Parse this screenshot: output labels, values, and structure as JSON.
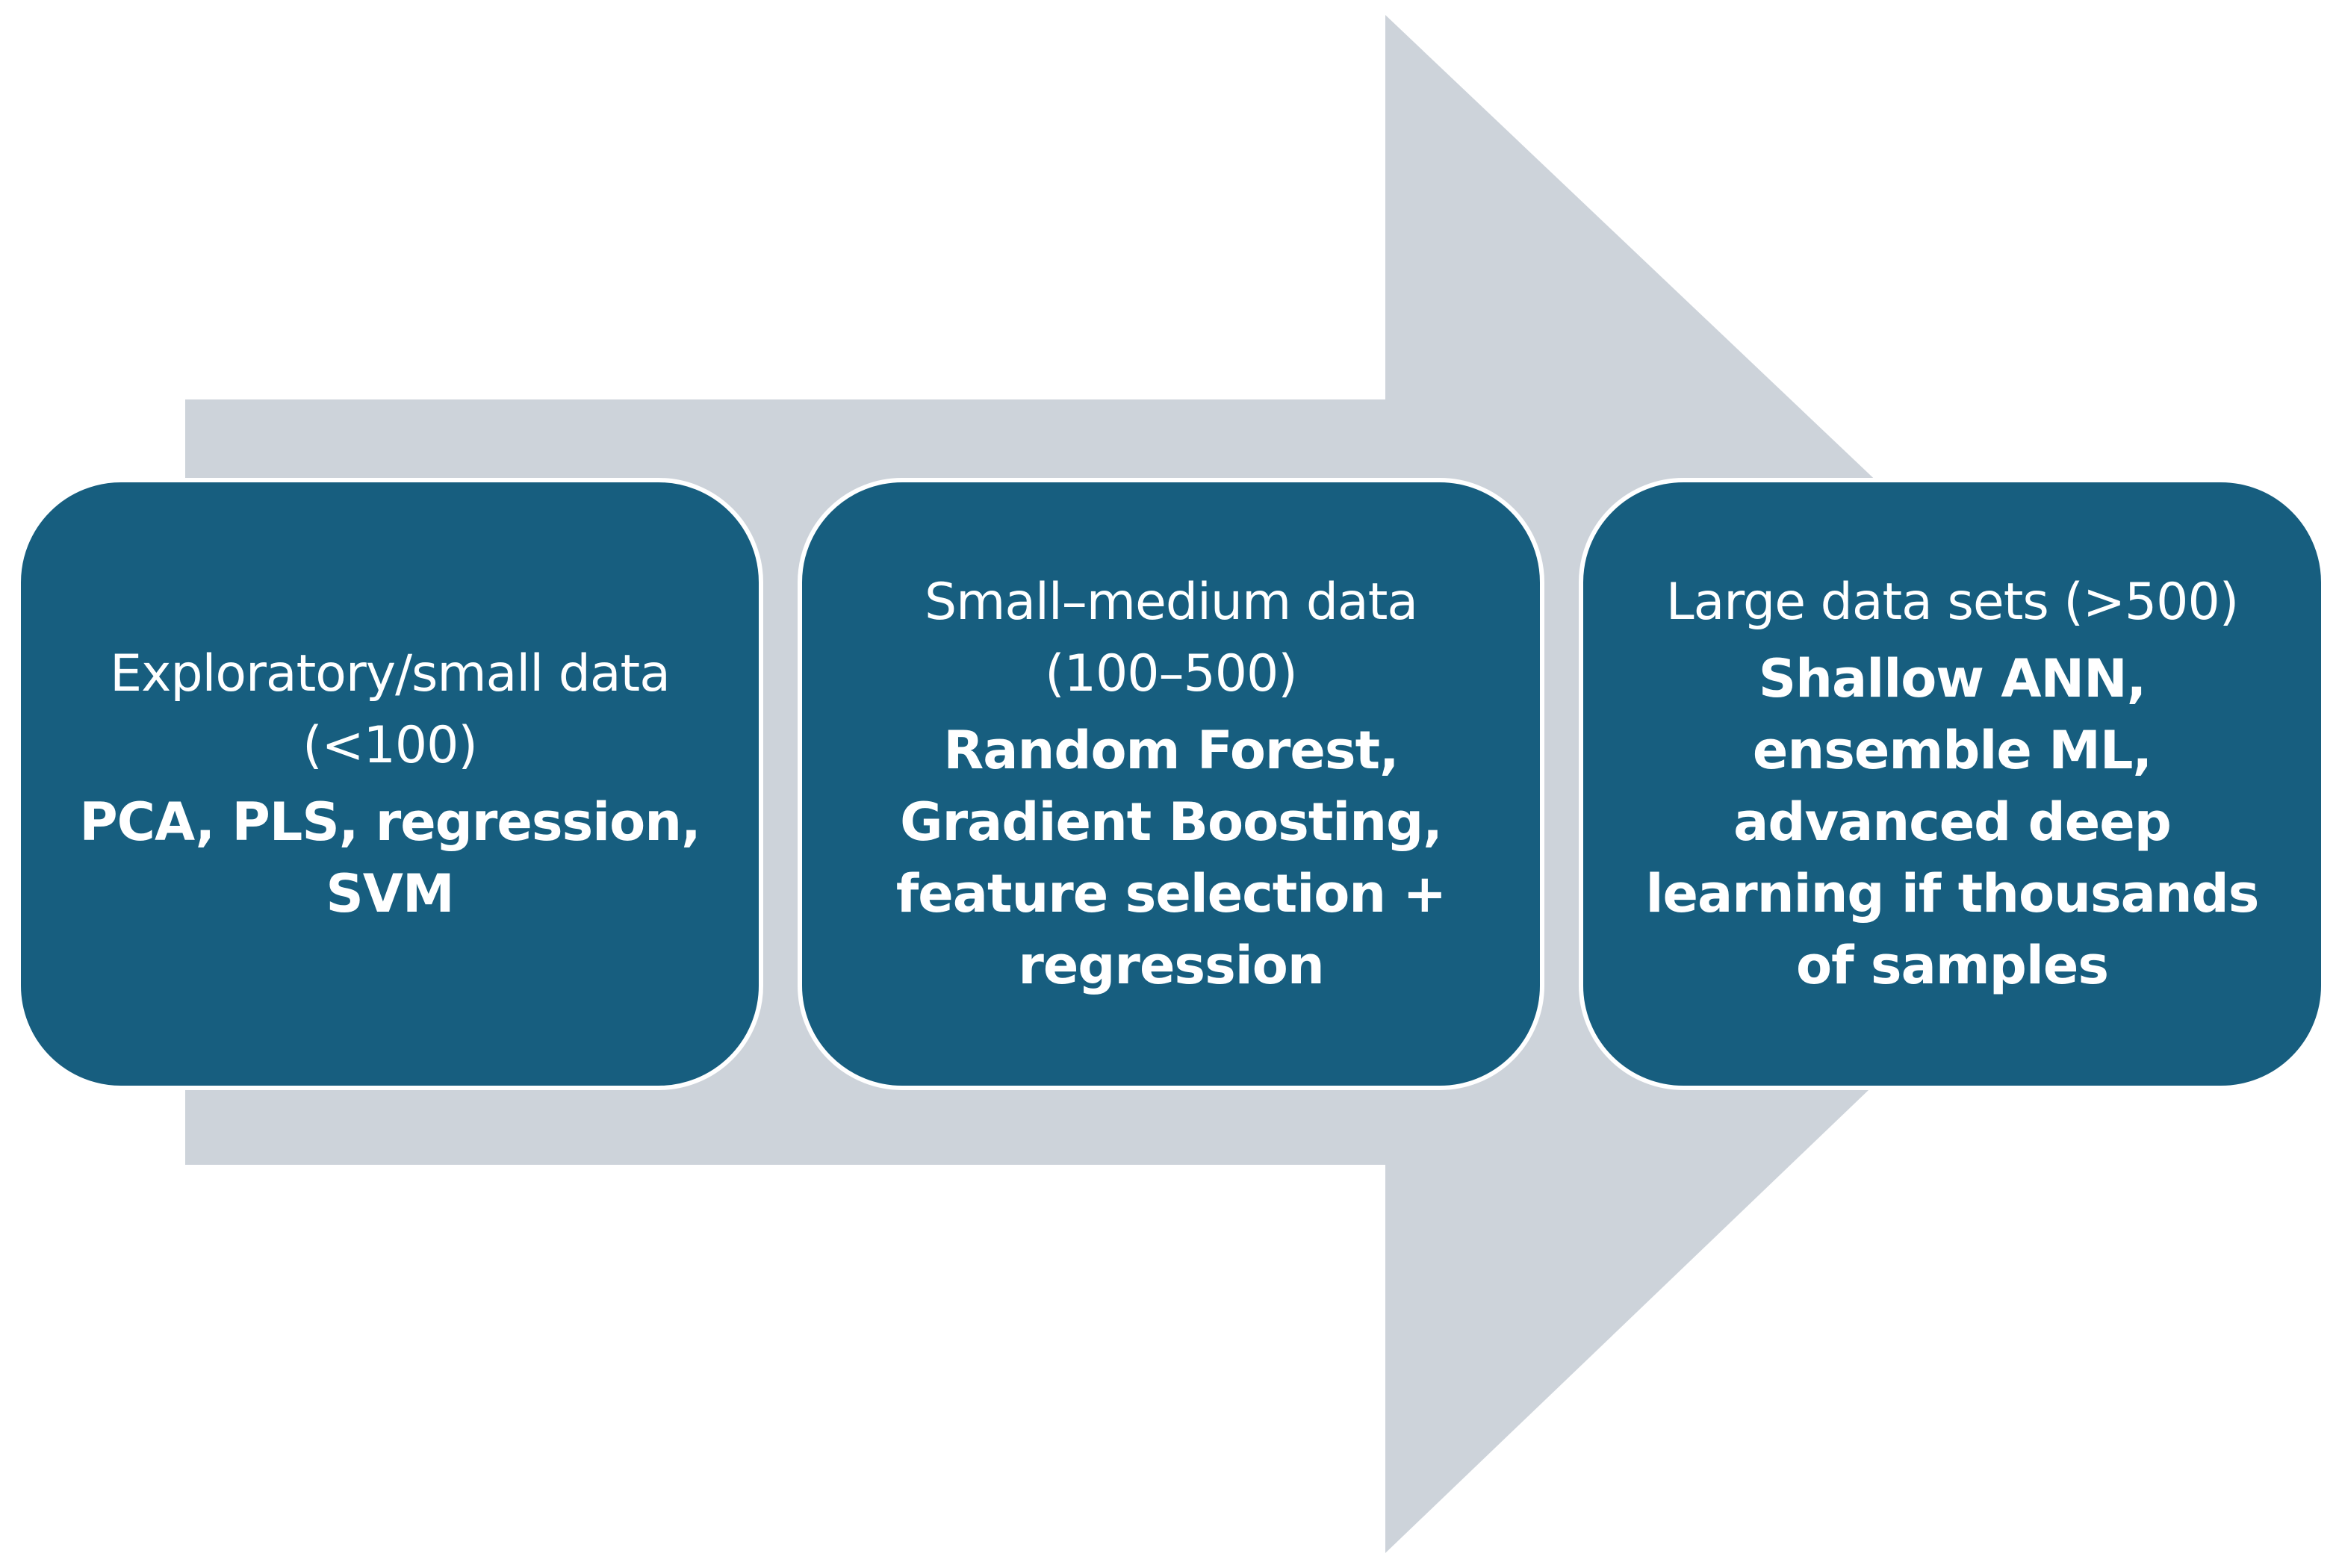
{
  "colors": {
    "arrow": "#cdd3da",
    "box_fill": "#175e7f",
    "box_border": "#ffffff",
    "text": "#ffffff"
  },
  "stages": [
    {
      "heading": "Exploratory/small data (<100)",
      "methods": "PCA, PLS, regression, SVM"
    },
    {
      "heading": "Small–medium data (100–500)",
      "methods": "Random Forest, Gradient Boosting, feature selection + regression"
    },
    {
      "heading": "Large data sets (>500)",
      "methods": "Shallow ANN, ensemble ML, advanced deep learning if thousands of samples"
    }
  ]
}
